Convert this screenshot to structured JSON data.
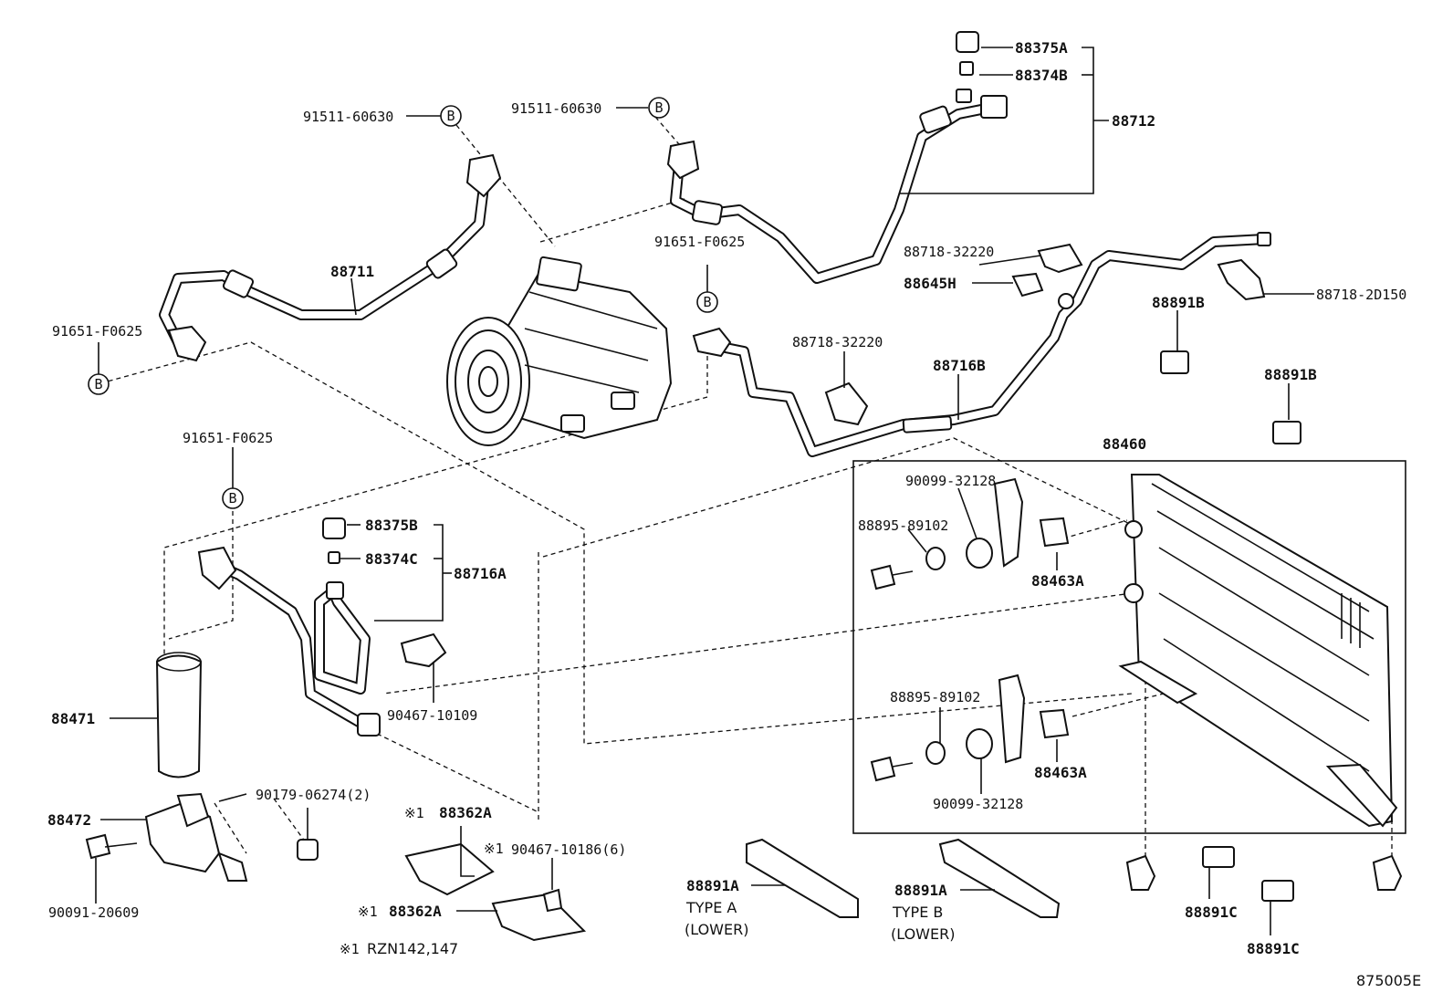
{
  "diagram_id": "875005E",
  "bracket_marker": "B",
  "labels": {
    "p88375A": "88375A",
    "p88374B": "88374B",
    "p88712": "88712",
    "p91511_left": "91511-60630",
    "p91511_right": "91511-60630",
    "p88711": "88711",
    "p91651_left": "91651-F0625",
    "p91651_mid": "91651-F0625",
    "p91651_bottom": "91651-F0625",
    "p88718_32220_top": "88718-32220",
    "p88645H": "88645H",
    "p88718_2D150": "88718-2D150",
    "p88891B_a": "88891B",
    "p88891B_b": "88891B",
    "p88718_32220_mid": "88718-32220",
    "p88716B": "88716B",
    "p88460": "88460",
    "p90099_top": "90099-32128",
    "p88895_top": "88895-89102",
    "p88463A_top": "88463A",
    "p88895_bottom": "88895-89102",
    "p88463A_bottom": "88463A",
    "p90099_bottom": "90099-32128",
    "p88375B": "88375B",
    "p88374C": "88374C",
    "p88716A": "88716A",
    "p90467_10109": "90467-10109",
    "p88471": "88471",
    "p88472": "88472",
    "p90179": "90179-06274(2)",
    "p90091": "90091-20609",
    "p88362A_top": "88362A",
    "p88362A_bottom": "88362A",
    "p90467_10186": "90467-10186(6)",
    "note_mark_1": "※1",
    "note_mark_2": "※1",
    "note_mark_3": "※1",
    "note_mark_4": "※1",
    "footnote": "RZN142,147",
    "p88891A_a": "88891A",
    "type_a": "TYPE A",
    "lower_a": "(LOWER)",
    "p88891A_b": "88891A",
    "type_b": "TYPE B",
    "lower_b": "(LOWER)",
    "p88891C_a": "88891C",
    "p88891C_b": "88891C"
  }
}
